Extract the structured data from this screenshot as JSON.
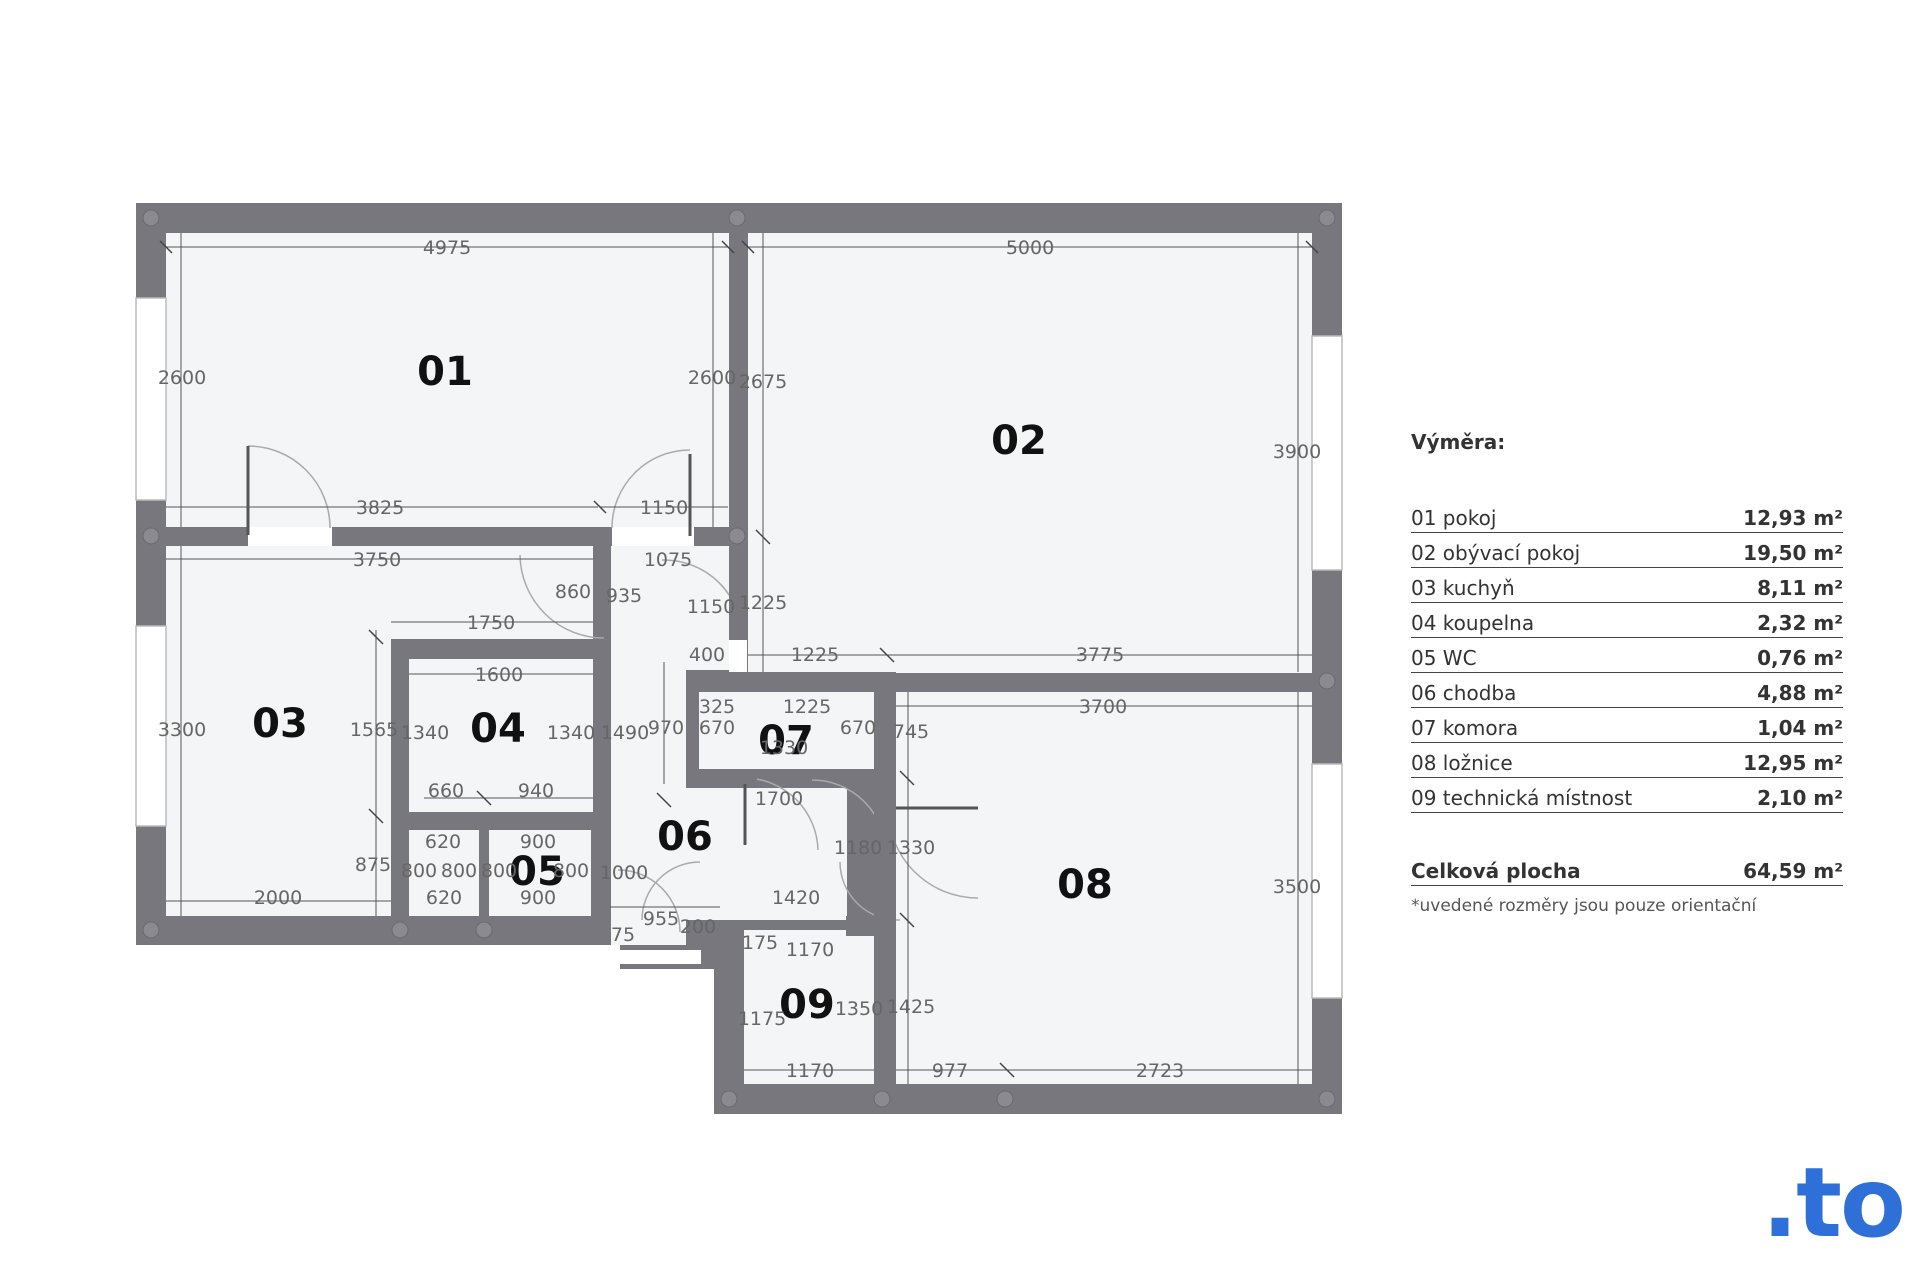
{
  "plan": {
    "rooms": [
      {
        "id": "01"
      },
      {
        "id": "02"
      },
      {
        "id": "03"
      },
      {
        "id": "04"
      },
      {
        "id": "05"
      },
      {
        "id": "06"
      },
      {
        "id": "07"
      },
      {
        "id": "08"
      },
      {
        "id": "09"
      }
    ],
    "dimensions": [
      "4975",
      "5000",
      "2600",
      "2600",
      "2675",
      "3900",
      "3825",
      "1150",
      "3750",
      "1075",
      "860",
      "935",
      "1150",
      "1225",
      "1750",
      "400",
      "1225",
      "3775",
      "1600",
      "3300",
      "1565",
      "1340",
      "1340",
      "1490",
      "970",
      "325",
      "670",
      "1225",
      "670",
      "745",
      "3700",
      "1330",
      "660",
      "940",
      "1700",
      "620",
      "900",
      "1180",
      "1330",
      "875",
      "800",
      "800",
      "800",
      "800",
      "1000",
      "3500",
      "2000",
      "620",
      "900",
      "1420",
      "955",
      "200",
      "75",
      "175",
      "1170",
      "1175",
      "1350",
      "1425",
      "1170",
      "977",
      "2723"
    ]
  },
  "legend": {
    "title": "Výměra:",
    "rows": [
      {
        "label": "01 pokoj",
        "area": "12,93 m²"
      },
      {
        "label": "02 obývací pokoj",
        "area": "19,50 m²"
      },
      {
        "label": "03 kuchyň",
        "area": "8,11 m²"
      },
      {
        "label": "04 koupelna",
        "area": "2,32 m²"
      },
      {
        "label": "05 WC",
        "area": "0,76 m²"
      },
      {
        "label": "06 chodba",
        "area": "4,88 m²"
      },
      {
        "label": "07 komora",
        "area": "1,04 m²"
      },
      {
        "label": "08 ložnice",
        "area": "12,95 m²"
      },
      {
        "label": "09 technická místnost",
        "area": "2,10 m²"
      }
    ],
    "total_label": "Celková plocha",
    "total_area": "64,59 m²",
    "note": "*uvedené rozměry jsou pouze orientační"
  },
  "brand": ".to",
  "colors": {
    "wall": "#77777d",
    "floor": "#f4f5f7",
    "brand": "#2f6fd8"
  }
}
